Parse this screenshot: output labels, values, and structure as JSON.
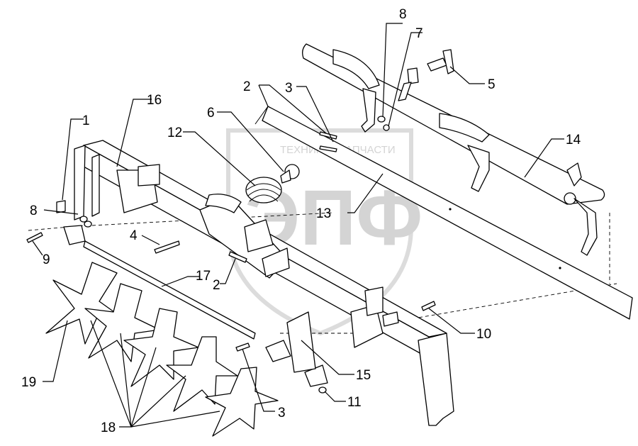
{
  "watermark": {
    "line1": "ТЕХНИКА",
    "line2": "ЗАПЧАСТИ",
    "logo": "ЭПФ"
  },
  "callouts": [
    {
      "id": "c1",
      "text": "1"
    },
    {
      "id": "c2a",
      "text": "2"
    },
    {
      "id": "c2b",
      "text": "2"
    },
    {
      "id": "c3a",
      "text": "3"
    },
    {
      "id": "c3b",
      "text": "3"
    },
    {
      "id": "c4",
      "text": "4"
    },
    {
      "id": "c5",
      "text": "5"
    },
    {
      "id": "c6",
      "text": "6"
    },
    {
      "id": "c7",
      "text": "7"
    },
    {
      "id": "c8a",
      "text": "8"
    },
    {
      "id": "c8b",
      "text": "8"
    },
    {
      "id": "c9",
      "text": "9"
    },
    {
      "id": "c10",
      "text": "10"
    },
    {
      "id": "c11",
      "text": "11"
    },
    {
      "id": "c12",
      "text": "12"
    },
    {
      "id": "c13",
      "text": "13"
    },
    {
      "id": "c14",
      "text": "14"
    },
    {
      "id": "c15",
      "text": "15"
    },
    {
      "id": "c16",
      "text": "16"
    },
    {
      "id": "c17",
      "text": "17"
    },
    {
      "id": "c18",
      "text": "18"
    },
    {
      "id": "c19",
      "text": "19"
    }
  ],
  "colors": {
    "line": "#000000",
    "background": "#ffffff",
    "watermark": "#d4d4d4"
  }
}
